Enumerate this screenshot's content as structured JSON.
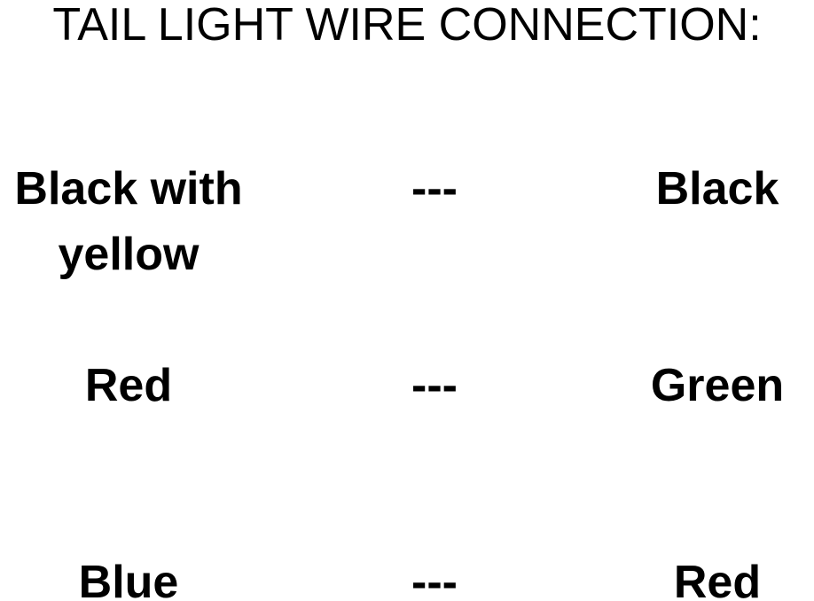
{
  "title": "TAIL LIGHT WIRE CONNECTION:",
  "rows": [
    {
      "left": "Black with yellow",
      "separator": "---",
      "right": "Black"
    },
    {
      "left": "Red",
      "separator": "---",
      "right": "Green"
    },
    {
      "left": "Blue",
      "separator": "---",
      "right": "Red"
    }
  ]
}
